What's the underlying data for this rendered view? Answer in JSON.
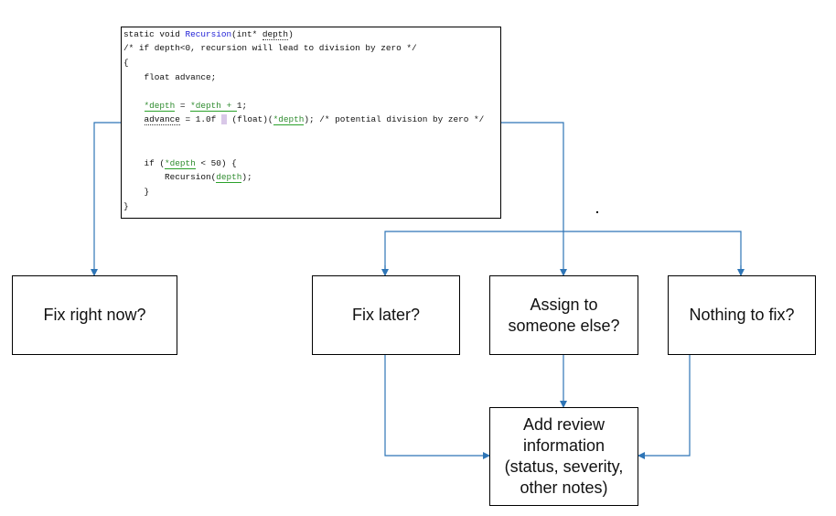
{
  "code": {
    "lines": [
      "static void ",
      "/* if depth<0, recursion will lead to division by zero */",
      "{",
      "    float advance;",
      "",
      "",
      "",
      "",
      "",
      "    if (",
      "        Recursion(",
      "    }",
      "}"
    ],
    "l1_fn": "Recursion",
    "l1_args": "(int* ",
    "l1_param": "depth",
    "l1_end": ")",
    "l6_a": "*depth",
    "l6_b": " = ",
    "l6_c": "*depth",
    "l6_d": " + ",
    "l6_e": "1;",
    "l7_a": "advance",
    "l7_b": " = 1.0f ",
    "l7_c": " (float)(",
    "l7_d": "*depth",
    "l7_e": "); /* potential division by zero */",
    "l10_a": "*depth",
    "l10_b": " < 50) {",
    "l11_a": "depth",
    "l11_b": ");"
  },
  "boxes": {
    "fix_now": "Fix right now?",
    "fix_later": "Fix later?",
    "assign_line1": "Assign to",
    "assign_line2": "someone else?",
    "nothing": "Nothing to fix?",
    "review_line1": "Add review",
    "review_line2": "information",
    "review_line3": "(status, severity,",
    "review_line4": "other notes)"
  },
  "colors": {
    "arrow": "#2e75b6",
    "border": "#000000",
    "code_highlight": "#2e8b2e",
    "keyword_fn": "#1f1fd6"
  }
}
